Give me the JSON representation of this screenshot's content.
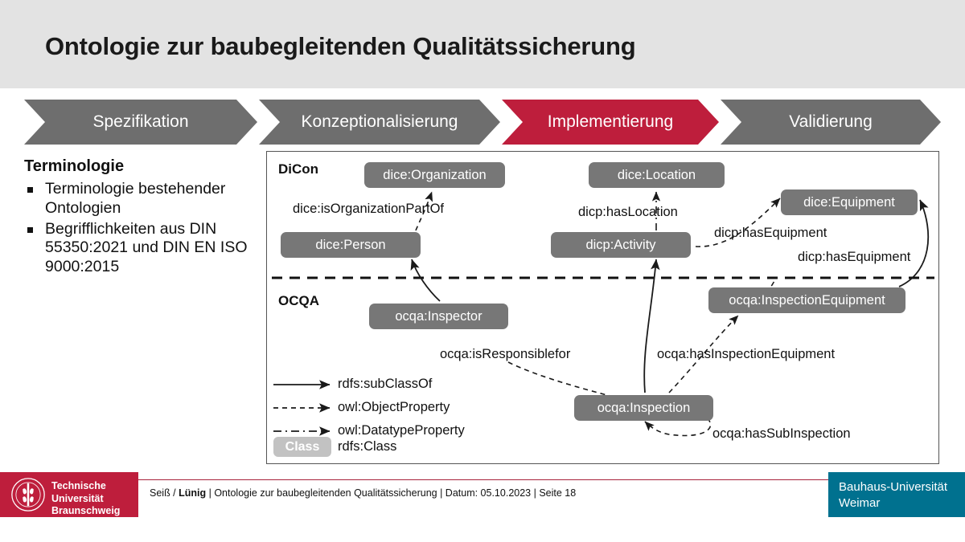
{
  "slide": {
    "title": "Ontologie zur baubegleitenden Qualitätssicherung"
  },
  "process_bar": {
    "steps": [
      {
        "label": "Spezifikation",
        "state": "inactive"
      },
      {
        "label": "Konzeptionalisierung",
        "state": "inactive"
      },
      {
        "label": "Implementierung",
        "state": "active"
      },
      {
        "label": "Validierung",
        "state": "inactive"
      }
    ],
    "active_color": "#be1e3c",
    "inactive_color": "#6e6e6e"
  },
  "left_column": {
    "heading": "Terminologie",
    "bullets": [
      "Terminologie bestehender Ontologien",
      "Begrifflichkeiten aus DIN 55350:2021 und DIN EN ISO 9000:2015"
    ]
  },
  "diagram": {
    "sections": [
      {
        "name": "DiCon"
      },
      {
        "name": "OCQA"
      }
    ],
    "nodes": [
      {
        "id": "dice-organization",
        "label": "dice:Organization"
      },
      {
        "id": "dice-location",
        "label": "dice:Location"
      },
      {
        "id": "dice-equipment",
        "label": "dice:Equipment"
      },
      {
        "id": "dice-person",
        "label": "dice:Person"
      },
      {
        "id": "dicp-activity",
        "label": "dicp:Activity"
      },
      {
        "id": "ocqa-inspector",
        "label": "ocqa:Inspector"
      },
      {
        "id": "ocqa-inspection-equipment",
        "label": "ocqa:InspectionEquipment"
      },
      {
        "id": "ocqa-inspection",
        "label": "ocqa:Inspection"
      }
    ],
    "edge_labels": [
      {
        "id": "dice-isorganizationpartof",
        "label": "dice:isOrganizationPartOf"
      },
      {
        "id": "dicp-haslocation",
        "label": "dicp:hasLocation"
      },
      {
        "id": "dicp-hasequipment-1",
        "label": "dicp:hasEquipment"
      },
      {
        "id": "dicp-hasequipment-2",
        "label": "dicp:hasEquipment"
      },
      {
        "id": "ocqa-isresponsiblefor",
        "label": "ocqa:isResponsiblefor"
      },
      {
        "id": "ocqa-hasinspectionequipment",
        "label": "ocqa:hasInspectionEquipment"
      },
      {
        "id": "ocqa-hassubinspection",
        "label": "ocqa:hasSubInspection"
      }
    ],
    "legend": [
      {
        "id": "rdfs-subclassof",
        "style": "solid-arrow",
        "label": "rdfs:subClassOf"
      },
      {
        "id": "owl-objectproperty",
        "style": "dashed-arrow",
        "label": "owl:ObjectProperty"
      },
      {
        "id": "owl-datatypeproperty",
        "style": "dashdot-arrow",
        "label": "owl:DatatypeProperty"
      },
      {
        "id": "rdfs-class",
        "style": "class-swatch",
        "label": "rdfs:Class",
        "swatch_text": "Class"
      }
    ],
    "node_color": "#777777",
    "class_swatch_color": "#c2c2c2"
  },
  "footer": {
    "tu_logo": {
      "line1": "Technische",
      "line2": "Universität",
      "line3": "Braunschweig",
      "color": "#be1e3c"
    },
    "credit_author": "Seiß / ",
    "credit_author_bold": "Lünig",
    "credit_rest": " | Ontologie zur baubegleitenden Qualitätssicherung | Datum:  05.10.2023 | Seite 18",
    "bauhaus_logo": {
      "line1": "Bauhaus-Universität",
      "line2": "Weimar",
      "color": "#00718f"
    }
  }
}
